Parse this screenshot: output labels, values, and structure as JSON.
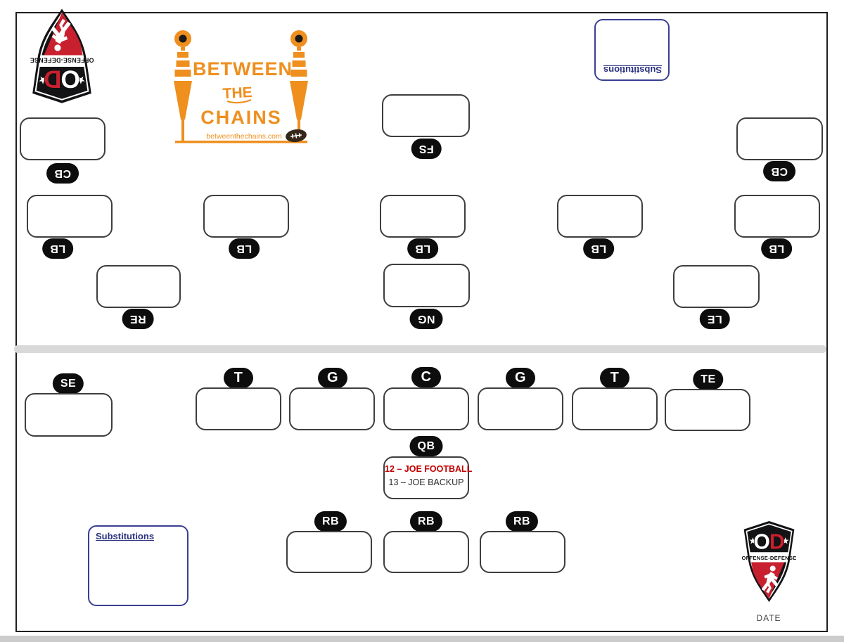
{
  "brand": {
    "line1": "BETWEEN",
    "line2": "THE",
    "line3": "CHAINS",
    "website": "betweenthechains.com",
    "orange": "#EE8F1E"
  },
  "od_logo": {
    "letter_o": "O",
    "letter_d": "D",
    "band_text": "OFFENSE-DEFENSE",
    "red": "#C8202F"
  },
  "defense": {
    "substitutions_label": "Substitutions",
    "cb_left": "CB",
    "fs": "FS",
    "cb_right": "CB",
    "lb": [
      "LB",
      "LB",
      "LB",
      "LB",
      "LB"
    ],
    "re": "RE",
    "ng": "NG",
    "le": "LE"
  },
  "offense": {
    "substitutions_label": "Substitutions",
    "se": "SE",
    "line": [
      "T",
      "G",
      "C",
      "G",
      "T",
      "TE"
    ],
    "qb_label": "QB",
    "qb_starter": "12 – JOE FOOTBALL",
    "qb_backup": "13 – JOE BACKUP",
    "rb": [
      "RB",
      "RB",
      "RB"
    ]
  },
  "footer": {
    "date_label": "DATE"
  },
  "colors": {
    "pill_bg": "#0d0d0d",
    "slot_border": "#3e3e3e",
    "subs_blue": "#2e3192",
    "qb_red": "#c00000",
    "divider_gray": "#d9d9d9"
  }
}
